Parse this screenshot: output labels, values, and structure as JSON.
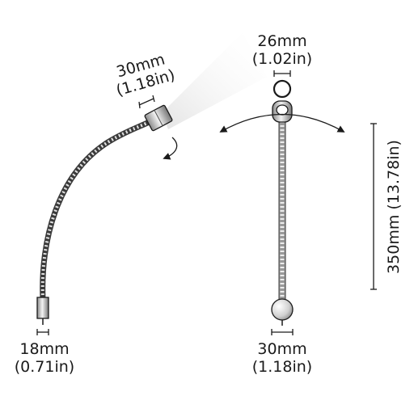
{
  "colors": {
    "line": "#1a1a1a",
    "metal_light": "#dcdcdc",
    "metal_dark": "#6b6b6b",
    "beam": "#e6e6e6"
  },
  "icons": {
    "curved_lamp": "gooseneck-lamp-side-view-icon",
    "straight_lamp": "gooseneck-lamp-front-view-icon",
    "rotation_arrow": "curved-rotation-arrow-icon",
    "swivel_arrow": "double-headed-arc-arrow-icon"
  },
  "dimensions": {
    "head_diameter_side": {
      "mm": "30mm",
      "in": "(1.18in)"
    },
    "lens_diameter": {
      "mm": "26mm",
      "in": "(1.02in)"
    },
    "base_width_side": {
      "mm": "18mm",
      "in": "(0.71in)"
    },
    "base_diameter_front": {
      "mm": "30mm",
      "in": "(1.18in)"
    },
    "arm_length": "350mm (13.78in)"
  }
}
